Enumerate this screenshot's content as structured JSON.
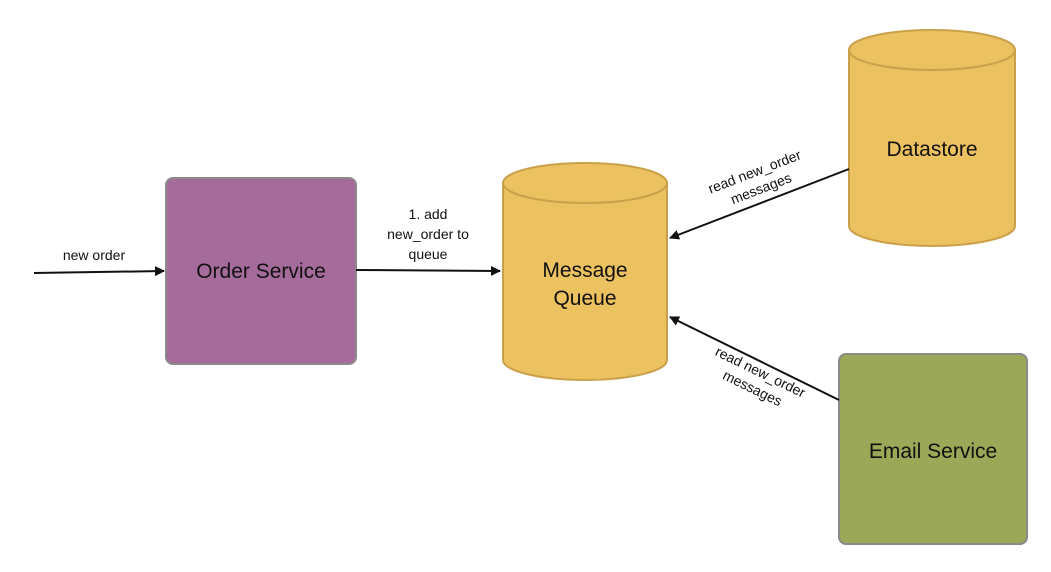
{
  "colors": {
    "order_service": "#a56b9b",
    "cylinder_fill": "#ecc15f",
    "cylinder_stroke": "#c9a14a",
    "email_service": "#9aa858",
    "box_border": "#8a8a8a",
    "arrow": "#111111"
  },
  "nodes": {
    "order_service": {
      "label": "Order Service"
    },
    "message_queue": {
      "line1": "Message",
      "line2": "Queue"
    },
    "datastore": {
      "label": "Datastore"
    },
    "email_service": {
      "label": "Email Service"
    }
  },
  "edges": {
    "new_order": {
      "label": "new order"
    },
    "add_to_queue": {
      "line1": "1. add",
      "line2": "new_order to",
      "line3": "queue"
    },
    "datastore_read": {
      "line1": "read new_order",
      "line2": "messages"
    },
    "email_read": {
      "line1": "read new_order",
      "line2": "messages"
    }
  }
}
